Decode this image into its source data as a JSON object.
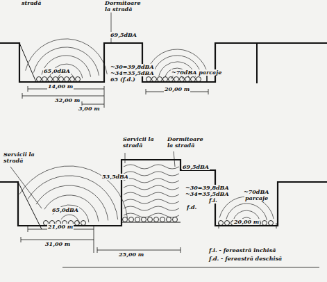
{
  "diagram": {
    "labels": [
      "stradă",
      "Dormitoare la stradă",
      "69,5dBA",
      "65,0dBA",
      "~30=39,8dBA",
      "~34=35,5dBA",
      "65 (f.d.)",
      "~70dBA parcaje",
      "14,00 m",
      "32,00 m",
      "3,00 m",
      "20,00 m",
      "Servicii la stradă",
      "Servicii la stradă",
      "Dormitoare la stradă",
      "65,0dBA",
      "53,5dBA",
      "69,5dBA",
      "~30=39,8dBA",
      "~34=35,5dBA",
      "f.i.",
      "f.d.",
      "~70dBA",
      "parcaje",
      "21,00 m",
      "31,00 m",
      "25,00 m",
      "20,00 m",
      "f.i. - fereastră închisă",
      "f.d. - fereastră deschisă"
    ]
  }
}
